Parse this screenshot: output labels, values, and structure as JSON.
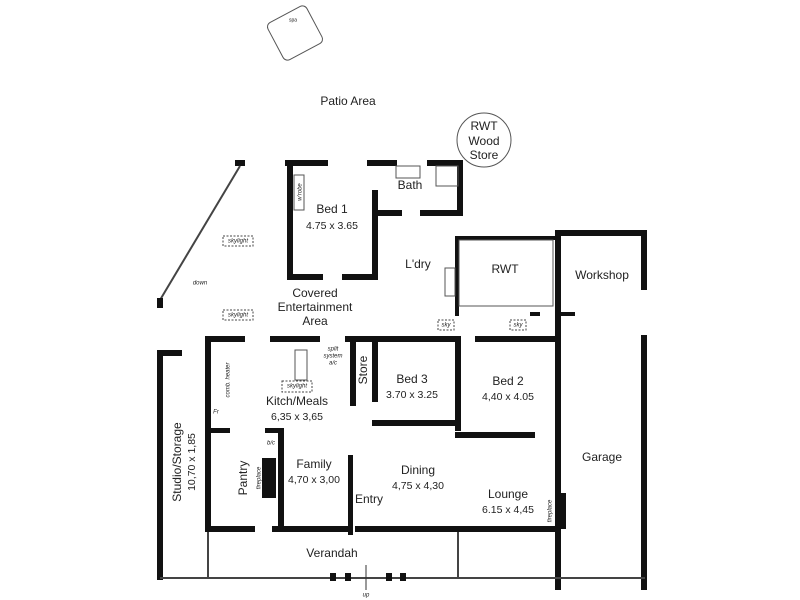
{
  "plan": {
    "spa": "spa",
    "patio": "Patio Area",
    "rwt_wood_store": [
      "RWT",
      "Wood",
      "Store"
    ],
    "bath": "Bath",
    "wrobe": "w'robe",
    "bed1": {
      "name": "Bed 1",
      "dim": "4.75 x 3.65"
    },
    "skylight": "skylight",
    "down": "down",
    "ldry": "L'dry",
    "rwt": "RWT",
    "workshop": "Workshop",
    "covered": [
      "Covered",
      "Entertainment",
      "Area"
    ],
    "sky": "sky",
    "split": [
      "split",
      "system",
      "a/c"
    ],
    "comb_heater": "comb. heater",
    "fr": "Fr",
    "store": "Store",
    "bed3": {
      "name": "Bed 3",
      "dim": "3.70 x 3.25"
    },
    "bed2": {
      "name": "Bed 2",
      "dim": "4,40 x 4.05"
    },
    "kitch": {
      "name": "Kitch/Meals",
      "dim": "6,35 x 3,65"
    },
    "bc": "b/c",
    "fireplace": "fireplace",
    "pantry": "Pantry",
    "family": {
      "name": "Family",
      "dim": "4,70 x 3,00"
    },
    "studio": {
      "name": "Studio/Storage",
      "dim": "10,70 x 1,85"
    },
    "dining": {
      "name": "Dining",
      "dim": "4,75 x 4,30"
    },
    "entry": "Entry",
    "lounge": {
      "name": "Lounge",
      "dim": "6.15 x 4,45"
    },
    "garage": "Garage",
    "verandah": "Verandah",
    "up": "up"
  }
}
